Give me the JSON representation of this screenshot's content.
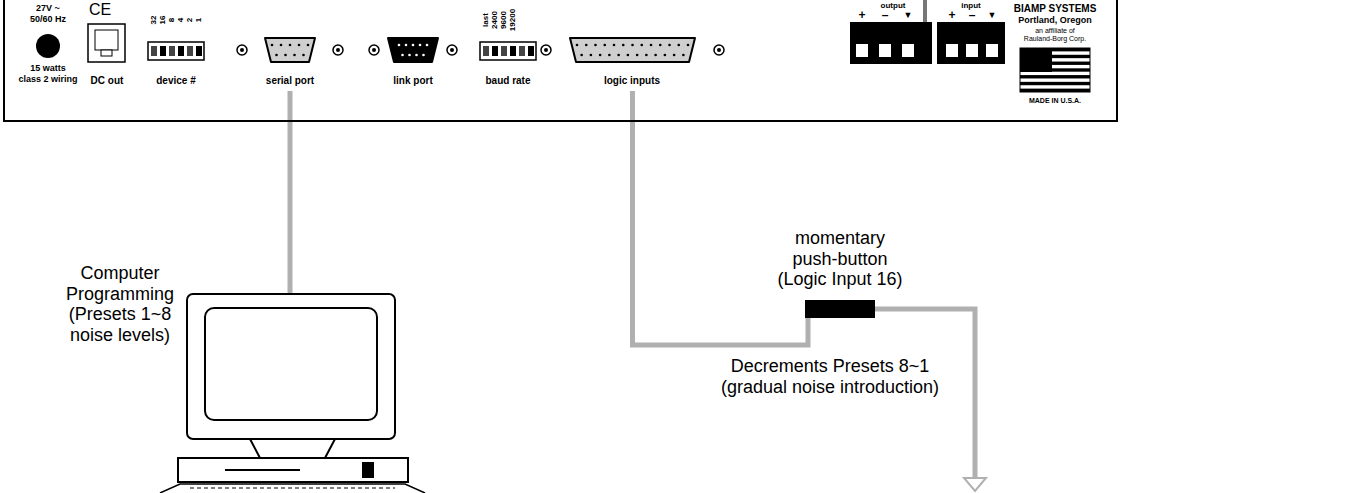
{
  "diagram": {
    "nodes": [
      {
        "text": [
          "BIAMP SYSTEMS",
          "Portland, Oregon",
          "an affiliate of",
          "Rauland-Borg Corp.",
          "MADE IN U.S.A."
        ]
      },
      {
        "text": [
          "serial port"
        ],
        "in": 0
      },
      {
        "text": [
          "logic inputs"
        ],
        "in": 0
      },
      {
        "text": [
          "Computer Programming (Presets 1~8 noise levels)"
        ]
      },
      {
        "text": [
          "momentary push-button (Logic Input 16)"
        ]
      }
    ],
    "edges": [
      {
        "from": 1,
        "to": 3,
        "arrow": "none"
      },
      {
        "from": 2,
        "to": 4,
        "arrow": "none"
      }
    ],
    "labels": [
      "27V ~",
      "50/60 Hz",
      "15 watts",
      "class 2 wiring",
      "CE",
      "DC out",
      "32",
      "16",
      "8",
      "4",
      "2",
      "1",
      "device #",
      "link port",
      "last",
      "2400",
      "9600",
      "19200",
      "baud rate",
      "output",
      "input",
      "+",
      "–",
      "▼",
      "+",
      "–",
      "▼",
      "Decrements Presets 8~1 (gradual noise introduction)"
    ]
  }
}
